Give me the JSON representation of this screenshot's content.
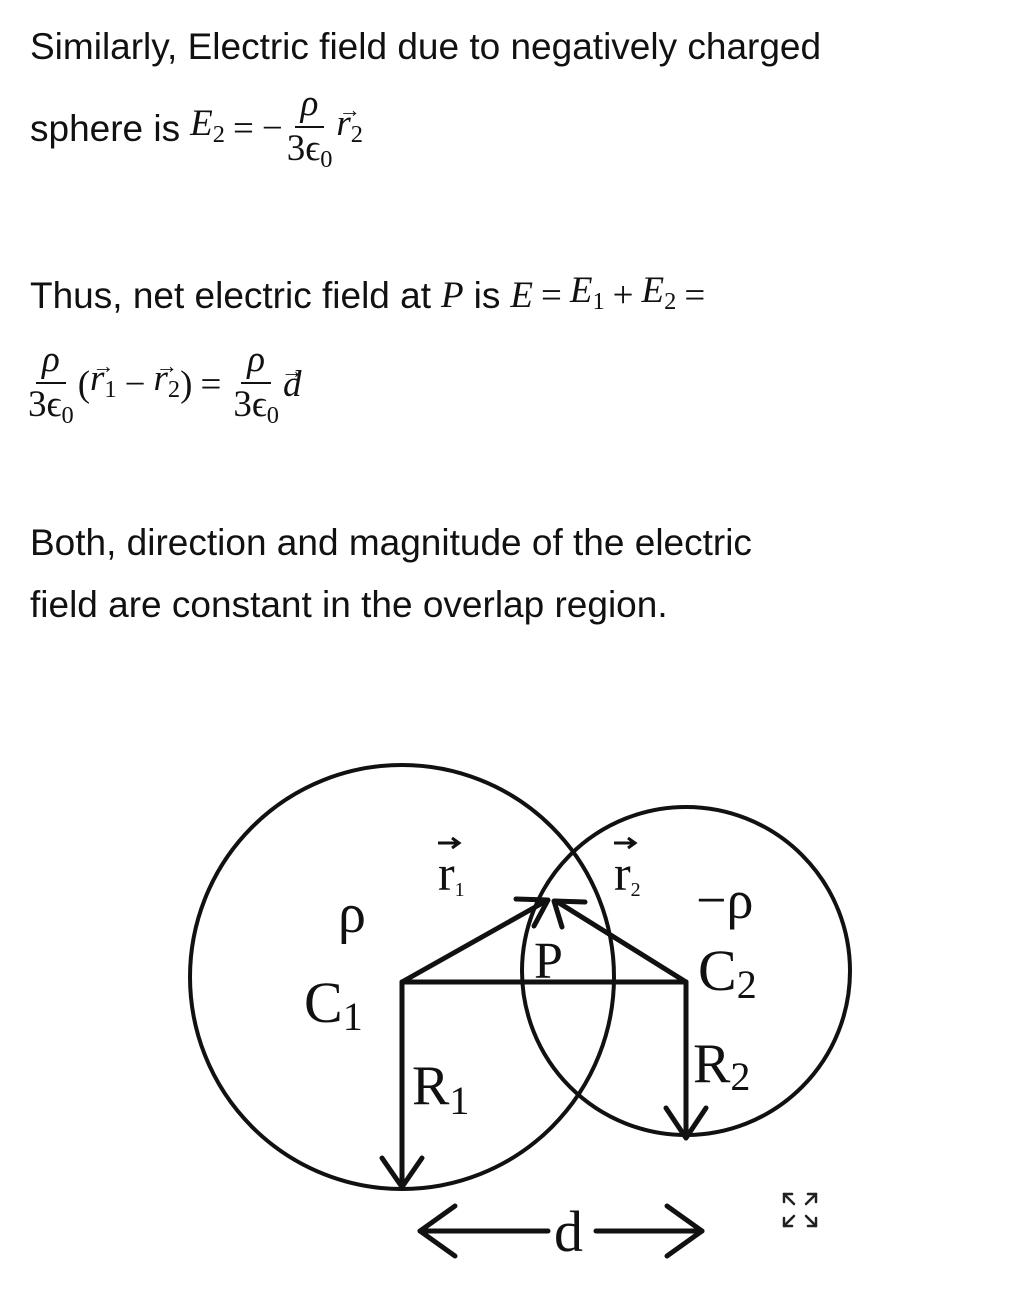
{
  "para1": {
    "line1": "Similarly, Electric field due to negatively charged",
    "prefix": "sphere is",
    "E": "E",
    "E_sub": "2",
    "eq": "=",
    "minus": "−",
    "rho": "ρ",
    "den": "3ϵ",
    "den_sub": "0",
    "r": "r",
    "r_sub": "2"
  },
  "para2": {
    "prefix": "Thus, net electric field at",
    "P": "P",
    "is": "is",
    "E": "E",
    "eq": "=",
    "E1": "E",
    "E1_sub": "1",
    "plus": "+",
    "E2": "E",
    "E2_sub": "2",
    "eq2": "=",
    "rho": "ρ",
    "den": "3ϵ",
    "den_sub": "0",
    "lparen": "(",
    "r1": "r",
    "r1_sub": "1",
    "minus": "−",
    "r2": "r",
    "r2_sub": "2",
    "rparen": ")",
    "eq3": "=",
    "rho2": "ρ",
    "den2": "3ϵ",
    "den2_sub": "0",
    "d": "d"
  },
  "para3": {
    "line1": "Both, direction and magnitude of the electric",
    "line2": "field are constant in the overlap region."
  },
  "diagram": {
    "rho": "ρ",
    "neg_rho": "−ρ",
    "C1": "C",
    "C1_sub": "1",
    "C2": "C",
    "C2_sub": "2",
    "R1": "R",
    "R1_sub": "1",
    "R2": "R",
    "R2_sub": "2",
    "r1": "r",
    "r1_sub": "1",
    "r2": "r",
    "r2_sub": "2",
    "P": "P",
    "d": "d"
  },
  "expand_icon": "expand-icon"
}
